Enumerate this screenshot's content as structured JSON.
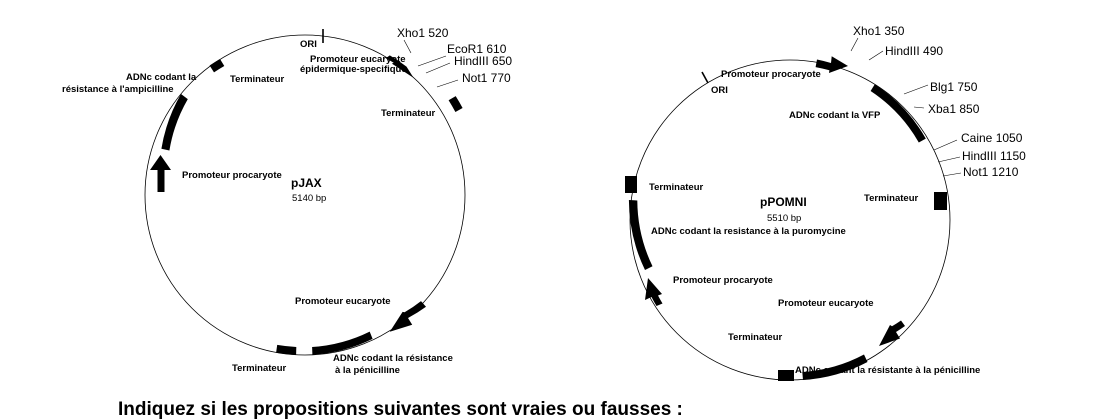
{
  "plasmids": [
    {
      "id": "pjax",
      "name": "pJAX",
      "size": "5140 bp",
      "labels": {
        "ori": "ORI",
        "prom_euc_spec_1": "Promoteur eucaryote",
        "prom_euc_spec_2": "épidermique-specifique",
        "term_left": "Terminateur",
        "amp_1": "ADNc codant la",
        "amp_2": "résistance à l'ampicilline",
        "term_right": "Terminateur",
        "prom_proc": "Promoteur procaryote",
        "prom_euc": "Promoteur eucaryote",
        "term_bottom": "Terminateur",
        "pen_1": "ADNc codant la résistance",
        "pen_2": "à la pénicilline"
      },
      "sites": [
        "Xho1 520",
        "EcoR1 610",
        "HindIII 650",
        "Not1 770"
      ]
    },
    {
      "id": "ppomni",
      "name": "pPOMNI",
      "size": "5510 bp",
      "labels": {
        "prom_proc_top": "Promoteur procaryote",
        "ori": "ORI",
        "vfp": "ADNc codant la VFP",
        "term_left": "Terminateur",
        "term_right": "Terminateur",
        "puro": "ADNc codant la resistance à la puromycine",
        "prom_proc": "Promoteur procaryote",
        "prom_euc": "Promoteur eucaryote",
        "term_bottom": "Terminateur",
        "pen": "ADNc codant la résistante à la pénicilline"
      },
      "sites": [
        "Xho1 350",
        "HindIII 490",
        "Blg1 750",
        "Xba1 850",
        "Caine 1050",
        "HindIII 1150",
        "Not1 1210"
      ]
    }
  ],
  "question": "Indiquez si les propositions suivantes sont vraies ou fausses :"
}
